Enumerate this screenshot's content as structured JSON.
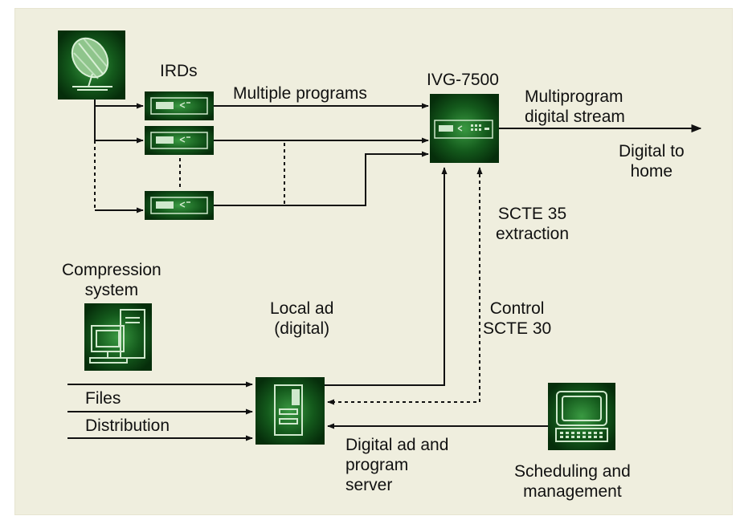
{
  "colors": {
    "background": "#efeede",
    "icon_box": "#0b4a12",
    "icon_glow": "#2f8a36",
    "device_face": "#a8d3a6",
    "line": "#111111"
  },
  "labels": {
    "irds": "IRDs",
    "multiple_programs": "Multiple programs",
    "ivg": "IVG-7500",
    "multiprogram": [
      "Multiprogram",
      "digital stream"
    ],
    "digital_home": [
      "Digital to",
      "home"
    ],
    "scte35": [
      "SCTE 35",
      "extraction"
    ],
    "compression": [
      "Compression",
      "system"
    ],
    "local_ad": [
      "Local ad",
      "(digital)"
    ],
    "control": [
      "Control",
      "SCTE 30"
    ],
    "files": "Files",
    "distribution": "Distribution",
    "ad_server": [
      "Digital ad and",
      "program",
      "server"
    ],
    "scheduling": [
      "Scheduling and",
      "management"
    ]
  },
  "icons": {
    "satellite": "satellite-dish-icon",
    "ird": "ird-receiver-icon",
    "ivg": "ivg-7500-device-icon",
    "compression": "computer-workstation-icon",
    "server": "server-tower-icon",
    "scheduling": "terminal-keyboard-icon"
  }
}
